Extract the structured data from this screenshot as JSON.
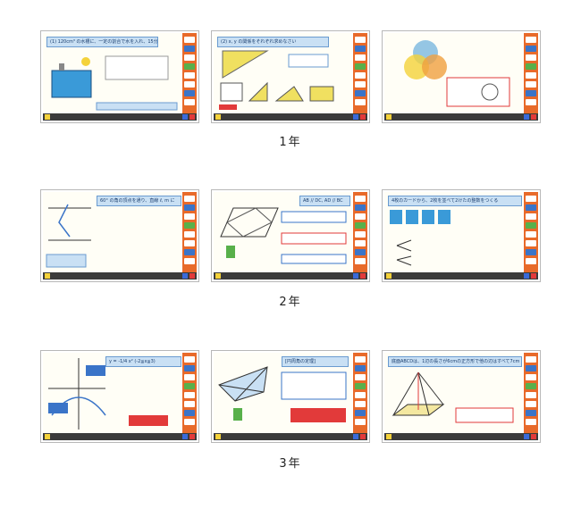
{
  "sections": [
    {
      "label": "1年"
    },
    {
      "label": "2年"
    },
    {
      "label": "3年"
    }
  ],
  "thumbs": [
    {
      "q": "(1) 120cm³ の水槽に、一定の割合で水を入れ、15分で水槽は"
    },
    {
      "q": "(2) x, y の関係をそれぞれ求めなさい"
    },
    {
      "q": ""
    },
    {
      "q": "60° の角の頂点を通り、直線 ℓ, m に"
    },
    {
      "q": "AB // DC, AD // BC"
    },
    {
      "q": "4枚のカードから、2枚を並べて2けたの整数をつくる"
    },
    {
      "q": "y = -1/4 x² (-2≦x≦3)"
    },
    {
      "q": "[円周角の定理]"
    },
    {
      "q": "底面ABCDは、1辺の長さが6cmの正方形で他の辺はすべて7cm"
    }
  ],
  "colors": {
    "toolbar": "#e86a2a",
    "accent_blue": "#3a74c8",
    "accent_yellow": "#f4d23a",
    "accent_red": "#e23a3a"
  }
}
